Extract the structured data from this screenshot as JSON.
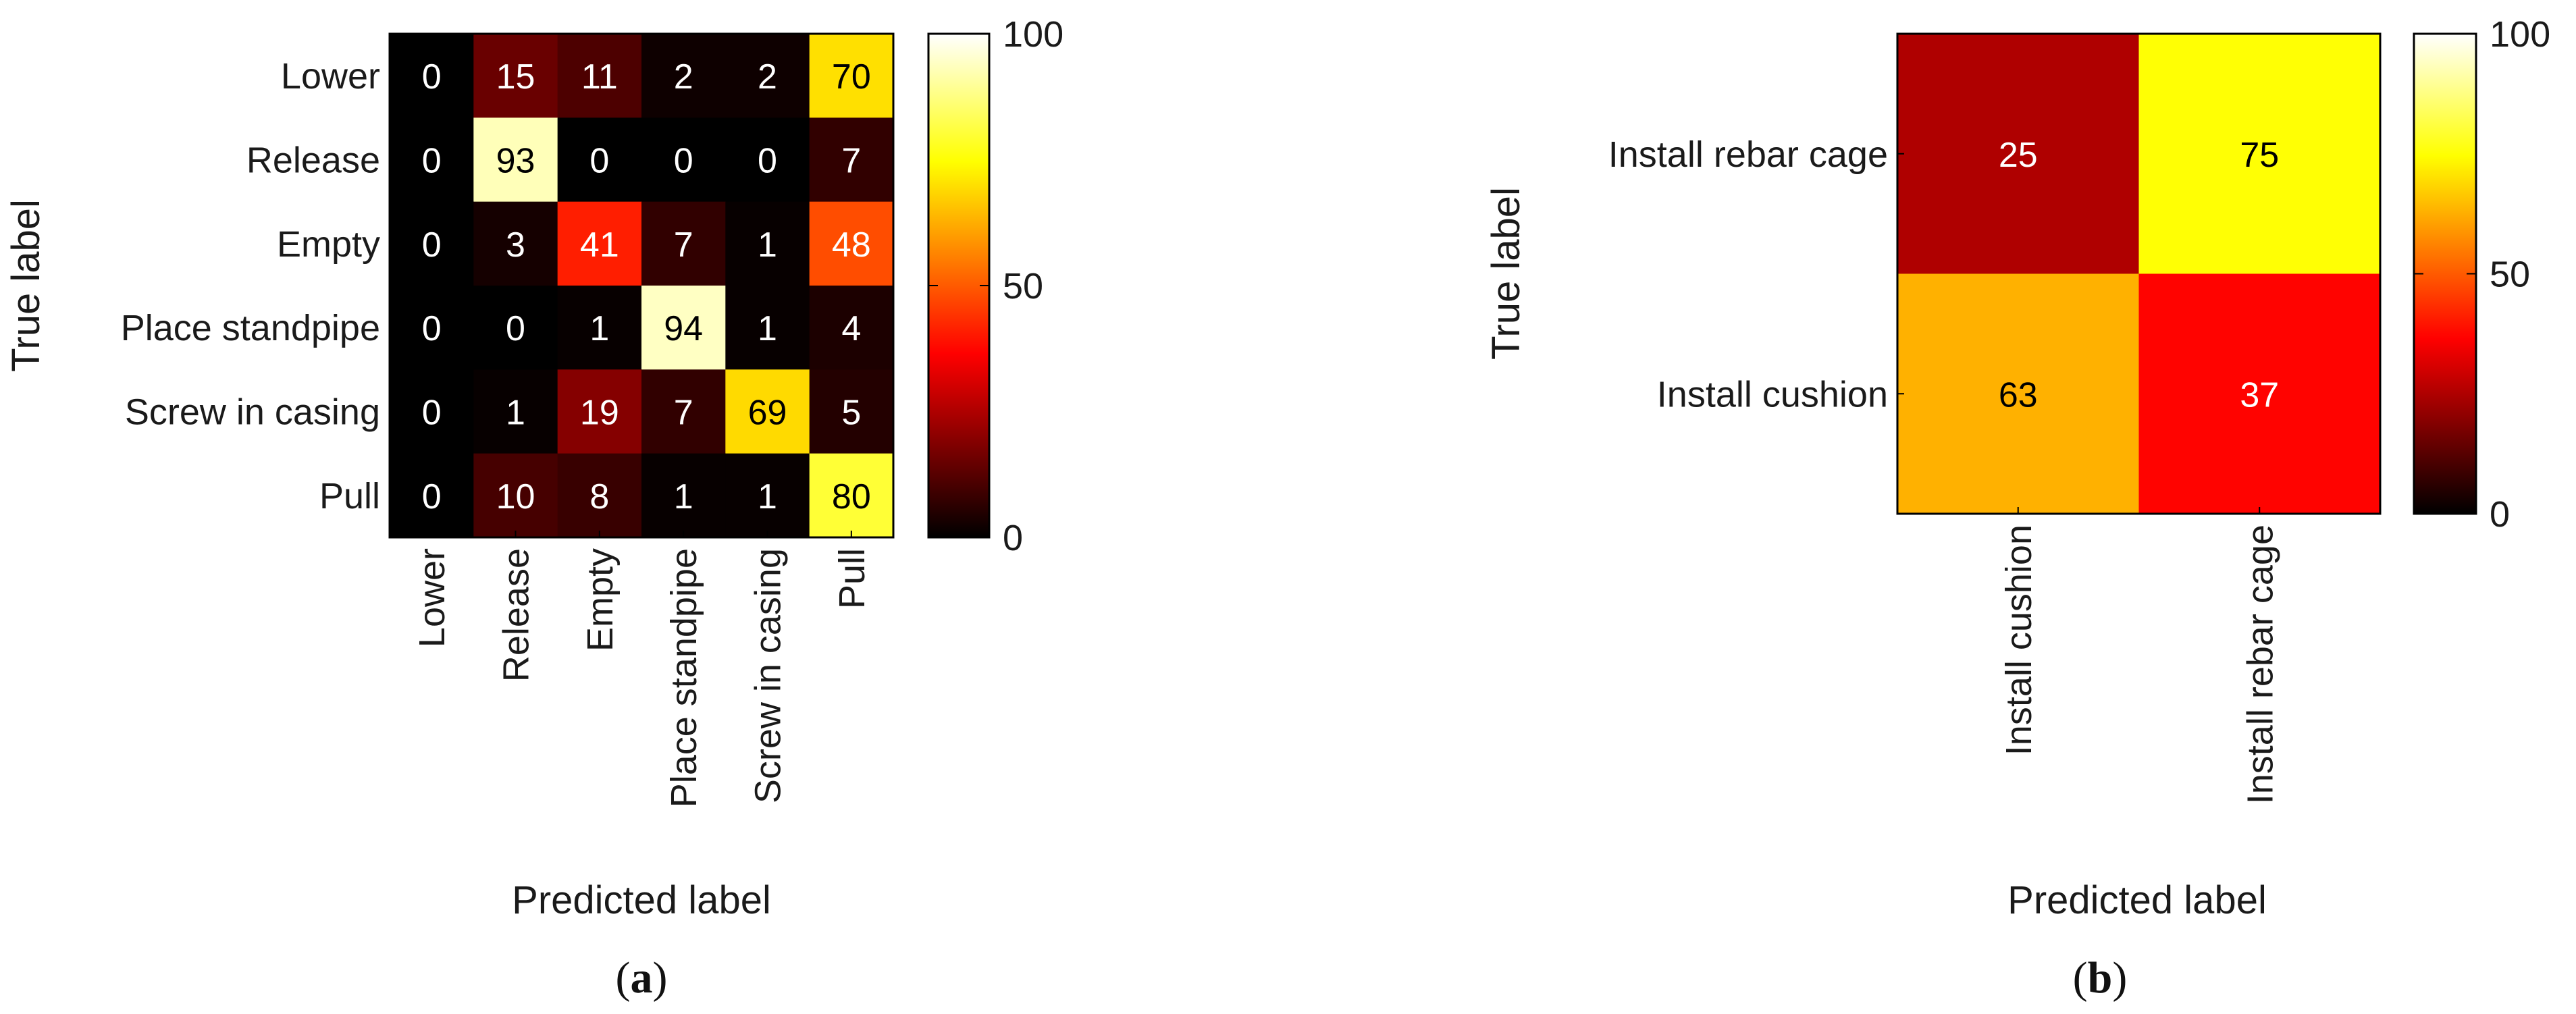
{
  "chart_data": [
    {
      "type": "heatmap",
      "caption": "a",
      "xlabel": "Predicted label",
      "ylabel": "True label",
      "rows": [
        "Lower",
        "Release",
        "Empty",
        "Place standpipe",
        "Screw in casing",
        "Pull"
      ],
      "cols": [
        "Lower",
        "Release",
        "Empty",
        "Place standpipe",
        "Screw in casing",
        "Pull"
      ],
      "values": [
        [
          0,
          15,
          11,
          2,
          2,
          70
        ],
        [
          0,
          93,
          0,
          0,
          0,
          7
        ],
        [
          0,
          3,
          41,
          7,
          1,
          48
        ],
        [
          0,
          0,
          1,
          94,
          1,
          4
        ],
        [
          0,
          1,
          19,
          7,
          69,
          5
        ],
        [
          0,
          10,
          8,
          1,
          1,
          80
        ]
      ],
      "colorbar": {
        "range": [
          0,
          100
        ],
        "ticks": [
          "0",
          "50",
          "100"
        ],
        "colormap": "hot"
      },
      "grid": false
    },
    {
      "type": "heatmap",
      "caption": "b",
      "xlabel": "Predicted label",
      "ylabel": "True label",
      "rows": [
        "Install rebar cage",
        "Install cushion"
      ],
      "cols": [
        "Install cushion",
        "Install rebar cage"
      ],
      "values": [
        [
          25,
          75
        ],
        [
          63,
          37
        ]
      ],
      "colorbar": {
        "range": [
          0,
          100
        ],
        "ticks": [
          "0",
          "50",
          "100"
        ],
        "colormap": "hot"
      },
      "grid": false
    }
  ]
}
